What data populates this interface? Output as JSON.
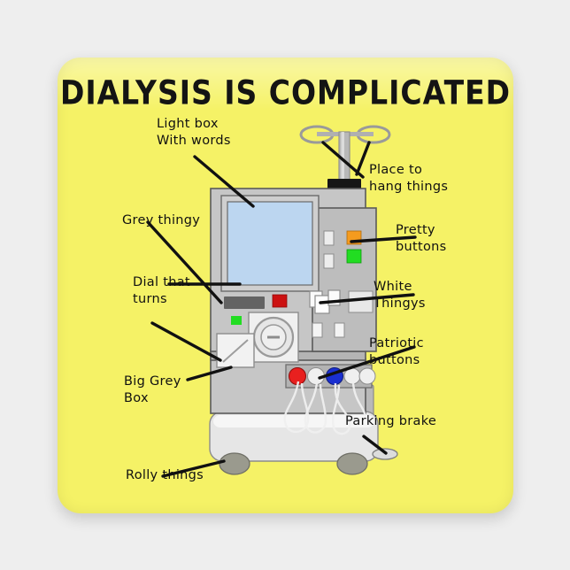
{
  "product": {
    "type": "square-magnet",
    "background_color": "#f5f266",
    "canvas_color": "#eeeeee"
  },
  "title": "DIALYSIS IS COMPLICATED",
  "labels": {
    "light_box": "Light box\nWith words",
    "grey_thingy": "Grey thingy",
    "dial_that_turns": "Dial that\nturns",
    "big_grey_box": "Big Grey\nBox",
    "rolly_things": "Rolly things",
    "place_to_hang_things": "Place to\nhang things",
    "pretty_buttons": "Pretty\nbuttons",
    "white_thingys": "White\nThingys",
    "patriotic_buttons": "Patriotic\nbuttons",
    "parking_brake": "Parking brake"
  },
  "machine": {
    "screen_color": "#bcd6f0",
    "body_color": "#c3c3c3",
    "body_outline": "#555555",
    "base_color": "#e2e2e2",
    "wheel_color": "#8a8a80",
    "pole_color": "#b5b5b5",
    "clamp_color": "#1a1a1a",
    "dark_bar_color": "#636363",
    "red_button": "#cc1111",
    "green_button": "#22dd22",
    "orange_button": "#f59b1e",
    "pump_buttons": [
      {
        "name": "pump-red",
        "color": "#e8201f"
      },
      {
        "name": "pump-white-1",
        "color": "#efefef"
      },
      {
        "name": "pump-blue",
        "color": "#1a2fd0"
      },
      {
        "name": "pump-white-2",
        "color": "#efefef"
      },
      {
        "name": "pump-white-3",
        "color": "#efefef"
      }
    ],
    "white_thingys_count": 2,
    "pretty_buttons_count": 2,
    "wheels_count": 2,
    "iv_hooks_count": 2
  }
}
